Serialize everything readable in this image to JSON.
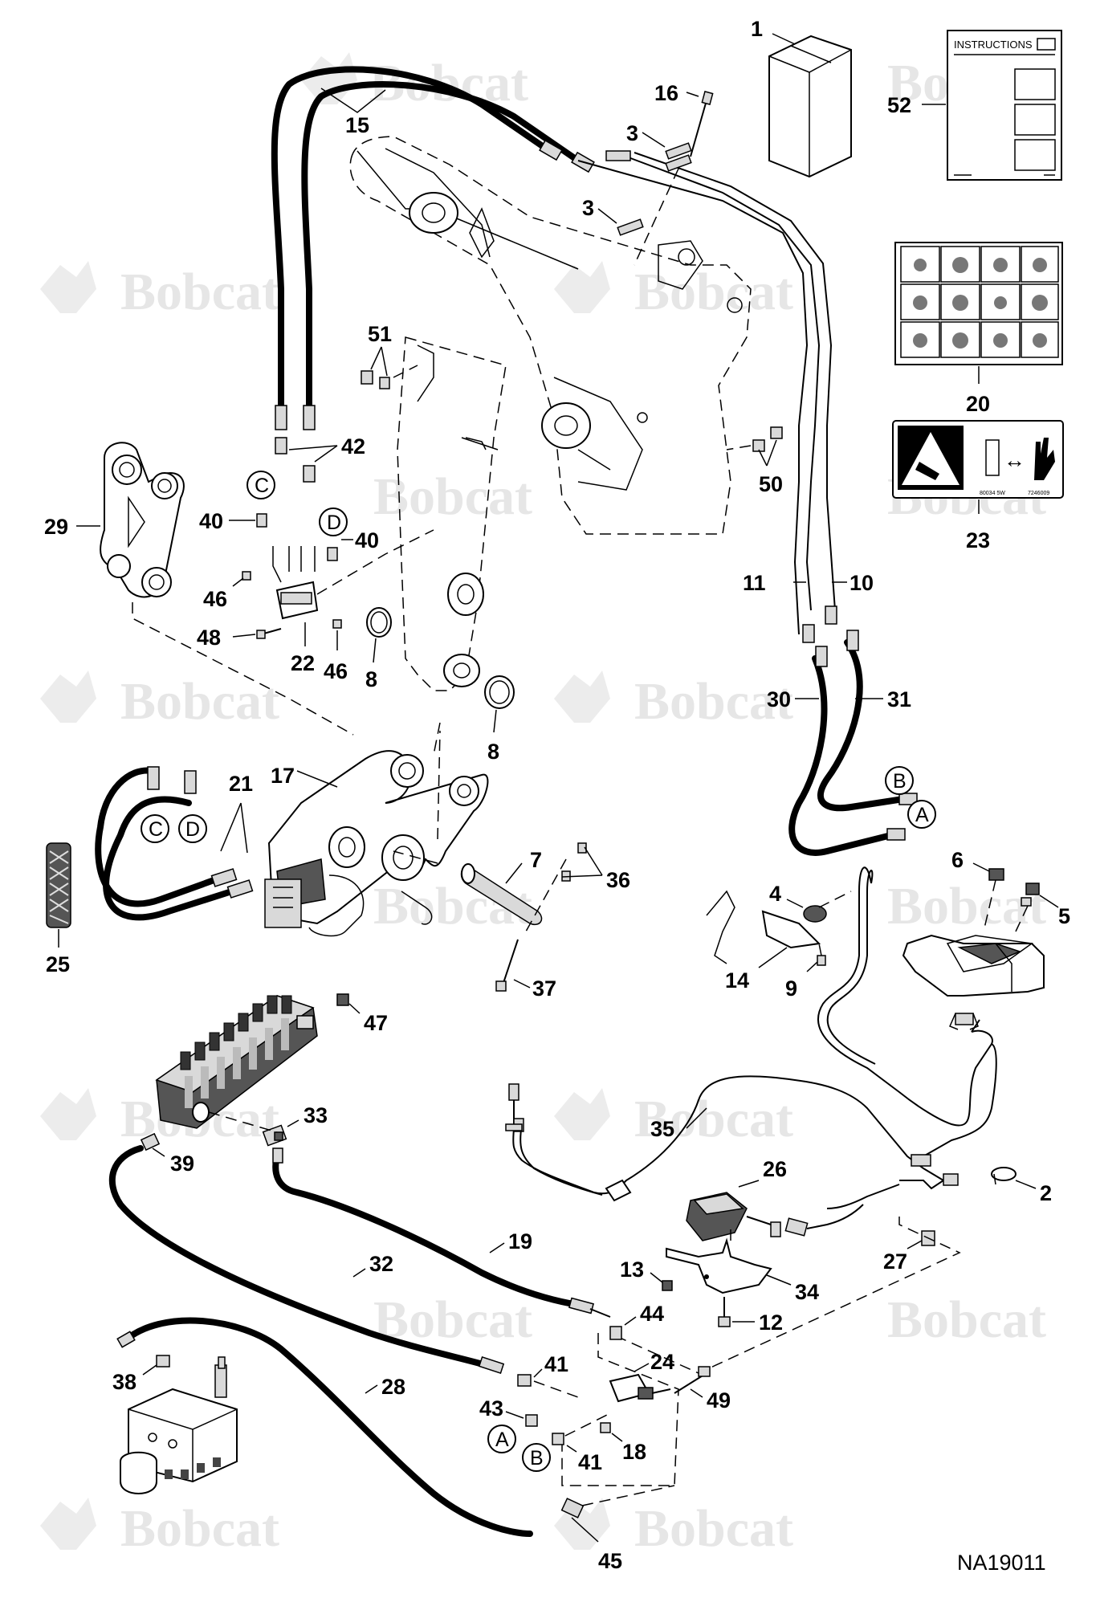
{
  "watermark": {
    "text": "Bobcat"
  },
  "drawing_ref": "NA19011",
  "kit_box": {
    "label": "1"
  },
  "instructions_sheet": {
    "title": "INSTRUCTIONS",
    "label": "52"
  },
  "decals": {
    "manual_decal": {
      "label": "20"
    },
    "warning_decal": {
      "label": "23",
      "code_left": "80034 5W",
      "code_right": "7246009"
    }
  },
  "callouts": {
    "c2": "2",
    "c3a": "3",
    "c3b": "3",
    "c4": "4",
    "c5": "5",
    "c6": "6",
    "c7": "7",
    "c8a": "8",
    "c8b": "8",
    "c9": "9",
    "c10": "10",
    "c11": "11",
    "c12": "12",
    "c13": "13",
    "c14": "14",
    "c15": "15",
    "c16": "16",
    "c17": "17",
    "c18": "18",
    "c19": "19",
    "c21": "21",
    "c22": "22",
    "c24": "24",
    "c25": "25",
    "c26": "26",
    "c27": "27",
    "c28": "28",
    "c29": "29",
    "c30": "30",
    "c31": "31",
    "c32": "32",
    "c33": "33",
    "c34": "34",
    "c35": "35",
    "c36": "36",
    "c37": "37",
    "c38": "38",
    "c39": "39",
    "c40a": "40",
    "c40b": "40",
    "c41a": "41",
    "c41b": "41",
    "c42": "42",
    "c43": "43",
    "c44": "44",
    "c45": "45",
    "c46a": "46",
    "c46b": "46",
    "c47": "47",
    "c48": "48",
    "c49": "49",
    "c50": "50",
    "c51": "51"
  },
  "connection_markers": {
    "c_top": "C",
    "d_top": "D",
    "c_hose": "C",
    "d_hose": "D",
    "b_right": "B",
    "a_right": "A",
    "a_bottom": "A",
    "b_bottom": "B"
  }
}
